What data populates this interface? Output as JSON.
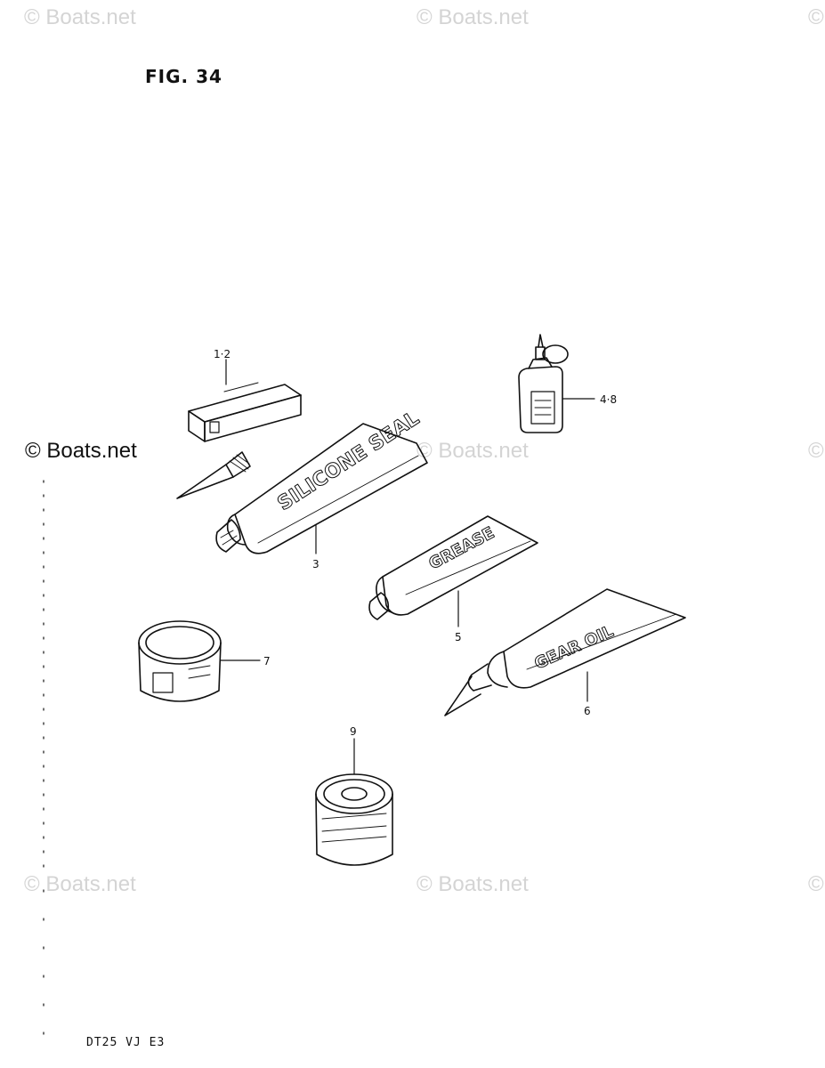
{
  "figure": {
    "title": "FIG. 34"
  },
  "watermarks": [
    "© Boats.net",
    "© Boats.net",
    "©",
    "© Boats.net",
    "© Boats.net",
    "©",
    "© Boats.net",
    "© Boats.net",
    "©"
  ],
  "callouts": {
    "p1": "1·2",
    "p3": "3",
    "p4": "4·8",
    "p5": "5",
    "p6": "6",
    "p7": "7",
    "p9": "9"
  },
  "tube_labels": {
    "silicone": "SILICONE SEAL",
    "grease": "GREASE",
    "gearoil": "GEAR OIL"
  },
  "footer": {
    "model_code": "DT25  VJ  E3"
  }
}
